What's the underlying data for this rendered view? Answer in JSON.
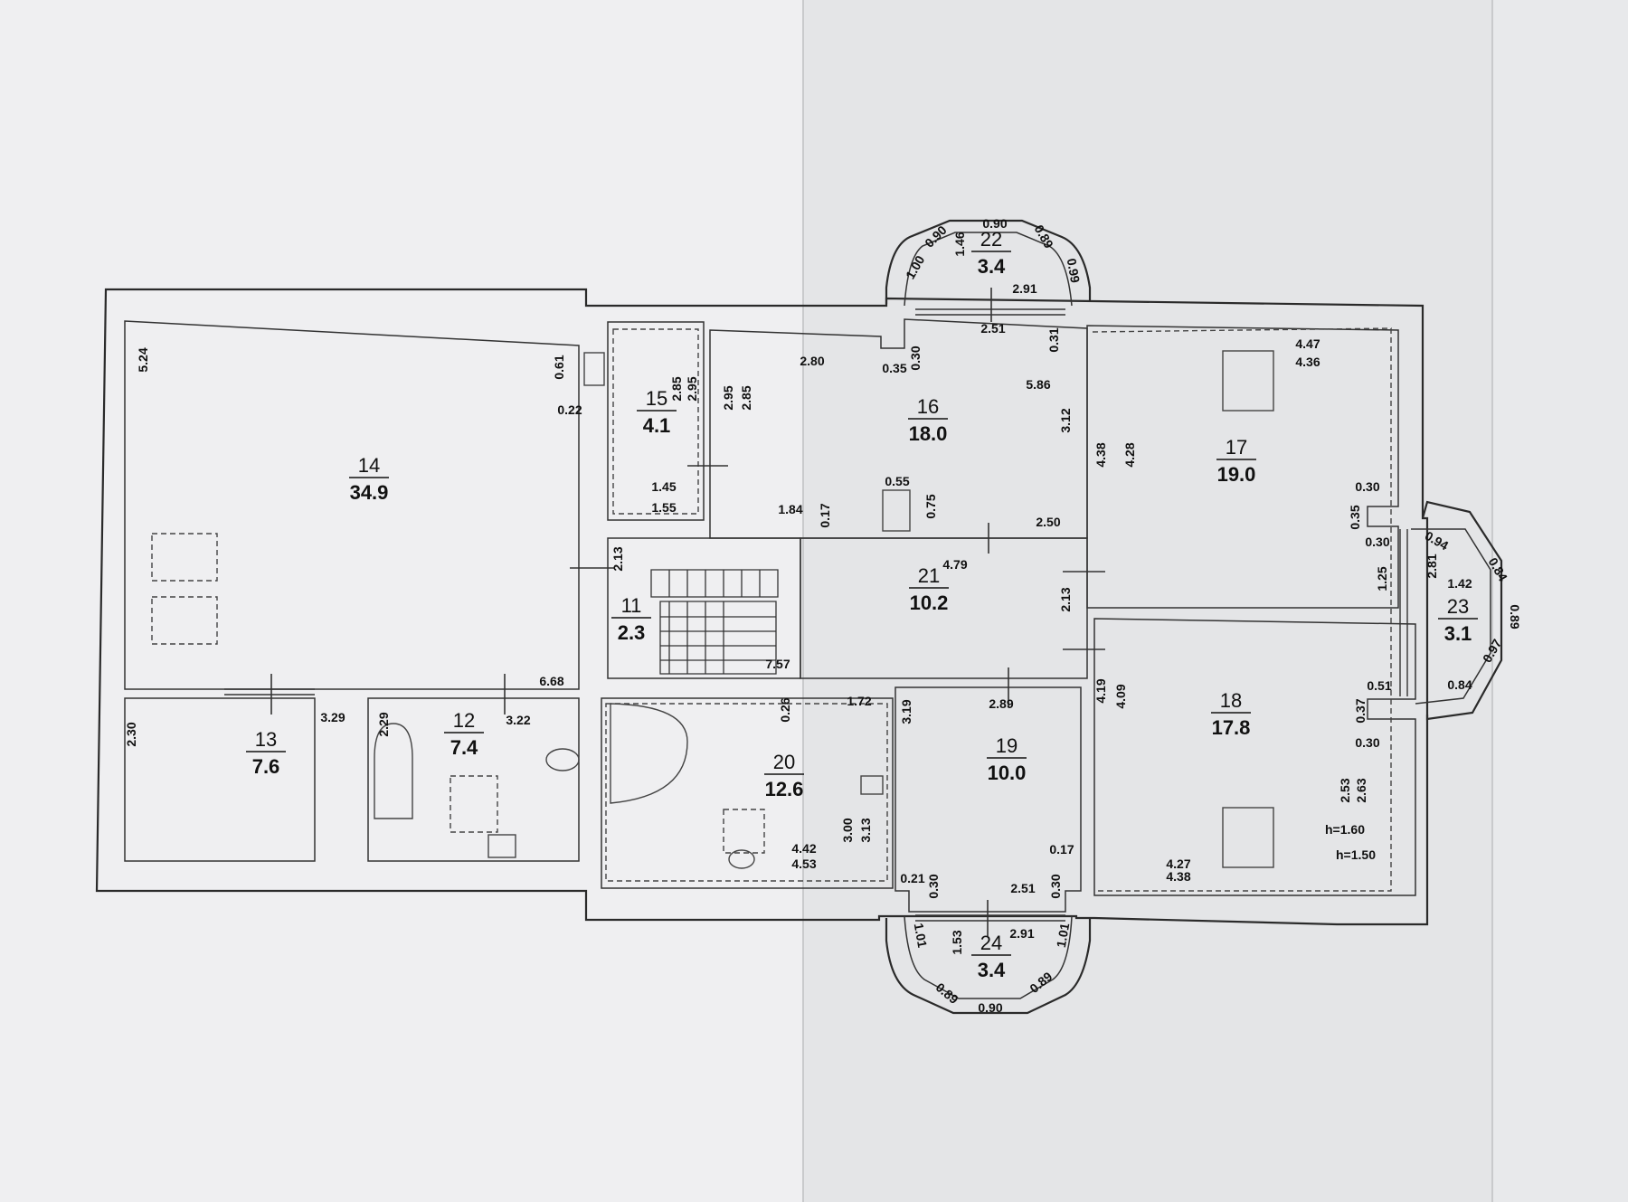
{
  "rooms": [
    {
      "id": "14",
      "number": "14",
      "area": "34.9"
    },
    {
      "id": "15",
      "number": "15",
      "area": "4.1"
    },
    {
      "id": "16",
      "number": "16",
      "area": "18.0"
    },
    {
      "id": "17",
      "number": "17",
      "area": "19.0"
    },
    {
      "id": "11",
      "number": "11",
      "area": "2.3"
    },
    {
      "id": "21",
      "number": "21",
      "area": "10.2"
    },
    {
      "id": "13",
      "number": "13",
      "area": "7.6"
    },
    {
      "id": "12",
      "number": "12",
      "area": "7.4"
    },
    {
      "id": "20",
      "number": "20",
      "area": "12.6"
    },
    {
      "id": "19",
      "number": "19",
      "area": "10.0"
    },
    {
      "id": "18",
      "number": "18",
      "area": "17.8"
    },
    {
      "id": "22",
      "number": "22",
      "area": "3.4"
    },
    {
      "id": "23",
      "number": "23",
      "area": "3.1"
    },
    {
      "id": "24",
      "number": "24",
      "area": "3.4"
    }
  ],
  "dimensions": [
    {
      "id": "d1",
      "text": "5.24"
    },
    {
      "id": "d2",
      "text": "0.61"
    },
    {
      "id": "d3",
      "text": "0.22"
    },
    {
      "id": "d4",
      "text": "6.68"
    },
    {
      "id": "d5",
      "text": "2.85"
    },
    {
      "id": "d6",
      "text": "2.95"
    },
    {
      "id": "d7",
      "text": "1.45"
    },
    {
      "id": "d8",
      "text": "1.55"
    },
    {
      "id": "d9",
      "text": "2.95"
    },
    {
      "id": "d10",
      "text": "2.85"
    },
    {
      "id": "d11",
      "text": "2.80"
    },
    {
      "id": "d12",
      "text": "0.35"
    },
    {
      "id": "d13",
      "text": "0.30"
    },
    {
      "id": "d14",
      "text": "2.51"
    },
    {
      "id": "d15",
      "text": "0.31"
    },
    {
      "id": "d16",
      "text": "5.86"
    },
    {
      "id": "d17",
      "text": "3.12"
    },
    {
      "id": "d18",
      "text": "0.55"
    },
    {
      "id": "d19",
      "text": "0.75"
    },
    {
      "id": "d20",
      "text": "1.84"
    },
    {
      "id": "d21",
      "text": "0.17"
    },
    {
      "id": "d22",
      "text": "2.50"
    },
    {
      "id": "d23",
      "text": "4.47"
    },
    {
      "id": "d24",
      "text": "4.36"
    },
    {
      "id": "d25",
      "text": "4.38"
    },
    {
      "id": "d26",
      "text": "4.28"
    },
    {
      "id": "d27",
      "text": "0.30"
    },
    {
      "id": "d28",
      "text": "0.35"
    },
    {
      "id": "d29",
      "text": "0.30"
    },
    {
      "id": "d30",
      "text": "2.13"
    },
    {
      "id": "d31",
      "text": "4.79"
    },
    {
      "id": "d32",
      "text": "2.13"
    },
    {
      "id": "d33",
      "text": "7.57"
    },
    {
      "id": "d34",
      "text": "1.25"
    },
    {
      "id": "d35",
      "text": "2.81"
    },
    {
      "id": "d36",
      "text": "0.94"
    },
    {
      "id": "d37",
      "text": "0.84"
    },
    {
      "id": "d38",
      "text": "1.42"
    },
    {
      "id": "d39",
      "text": "0.89"
    },
    {
      "id": "d40",
      "text": "0.97"
    },
    {
      "id": "d41",
      "text": "0.84"
    },
    {
      "id": "d42",
      "text": "0.51"
    },
    {
      "id": "d43",
      "text": "2.30"
    },
    {
      "id": "d44",
      "text": "3.29"
    },
    {
      "id": "d45",
      "text": "2.29"
    },
    {
      "id": "d46",
      "text": "3.22"
    },
    {
      "id": "d47",
      "text": "0.26"
    },
    {
      "id": "d48",
      "text": "1.72"
    },
    {
      "id": "d49",
      "text": "3.19"
    },
    {
      "id": "d50",
      "text": "2.89"
    },
    {
      "id": "d51",
      "text": "4.19"
    },
    {
      "id": "d52",
      "text": "4.09"
    },
    {
      "id": "d53",
      "text": "0.37"
    },
    {
      "id": "d54",
      "text": "0.30"
    },
    {
      "id": "d55",
      "text": "2.53"
    },
    {
      "id": "d56",
      "text": "2.63"
    },
    {
      "id": "d57",
      "text": "h=1.60"
    },
    {
      "id": "d58",
      "text": "h=1.50"
    },
    {
      "id": "d59",
      "text": "4.27"
    },
    {
      "id": "d60",
      "text": "4.38"
    },
    {
      "id": "d61",
      "text": "3.00"
    },
    {
      "id": "d62",
      "text": "3.13"
    },
    {
      "id": "d63",
      "text": "4.42"
    },
    {
      "id": "d64",
      "text": "4.53"
    },
    {
      "id": "d65",
      "text": "0.17"
    },
    {
      "id": "d66",
      "text": "0.21"
    },
    {
      "id": "d67",
      "text": "0.30"
    },
    {
      "id": "d68",
      "text": "2.51"
    },
    {
      "id": "d69",
      "text": "0.30"
    },
    {
      "id": "d70",
      "text": "0.90"
    },
    {
      "id": "d71",
      "text": "0.89"
    },
    {
      "id": "d72",
      "text": "0.90"
    },
    {
      "id": "d73",
      "text": "1.00"
    },
    {
      "id": "d74",
      "text": "1.46"
    },
    {
      "id": "d75",
      "text": "0.99"
    },
    {
      "id": "d76",
      "text": "2.91"
    },
    {
      "id": "d77",
      "text": "1.01"
    },
    {
      "id": "d78",
      "text": "1.53"
    },
    {
      "id": "d79",
      "text": "2.91"
    },
    {
      "id": "d80",
      "text": "1.01"
    },
    {
      "id": "d81",
      "text": "0.89"
    },
    {
      "id": "d82",
      "text": "0.90"
    },
    {
      "id": "d83",
      "text": "0.89"
    }
  ]
}
